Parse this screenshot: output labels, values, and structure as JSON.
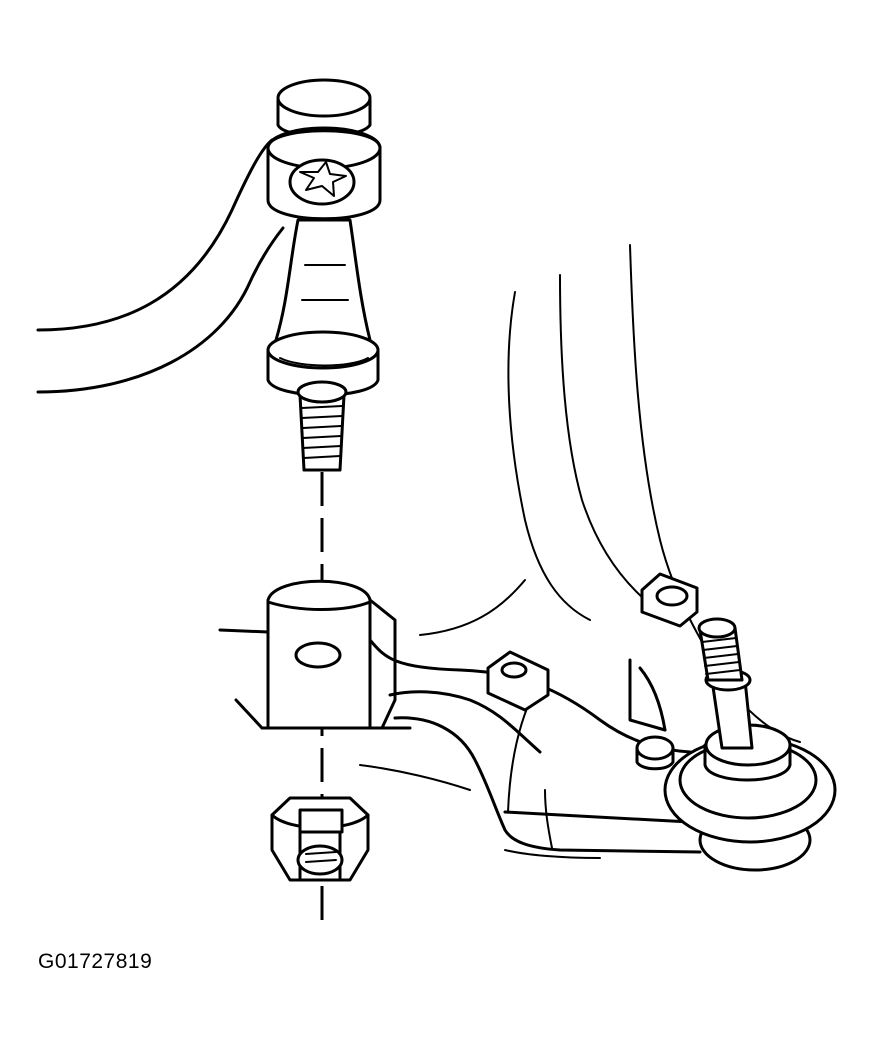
{
  "figure": {
    "id_label": "G01727819"
  },
  "parts": [
    "stabilizer-link",
    "stabilizer-bar",
    "lower-control-arm",
    "ball-joint",
    "hex-nut"
  ],
  "colors": {
    "line": "#000000",
    "background": "#ffffff"
  }
}
